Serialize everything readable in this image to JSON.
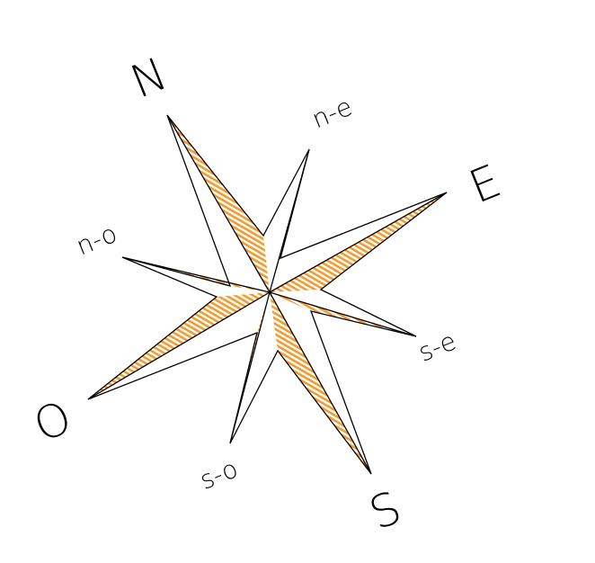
{
  "labels": {
    "north": "N",
    "east": "E",
    "south": "S",
    "west": "O",
    "northeast": "n-e",
    "southeast": "s-e",
    "southwest": "s-o",
    "northwest": "n-o"
  },
  "colors": {
    "hatch_fill": "#f59a2e",
    "stroke": "#000000",
    "background": "#ffffff"
  }
}
